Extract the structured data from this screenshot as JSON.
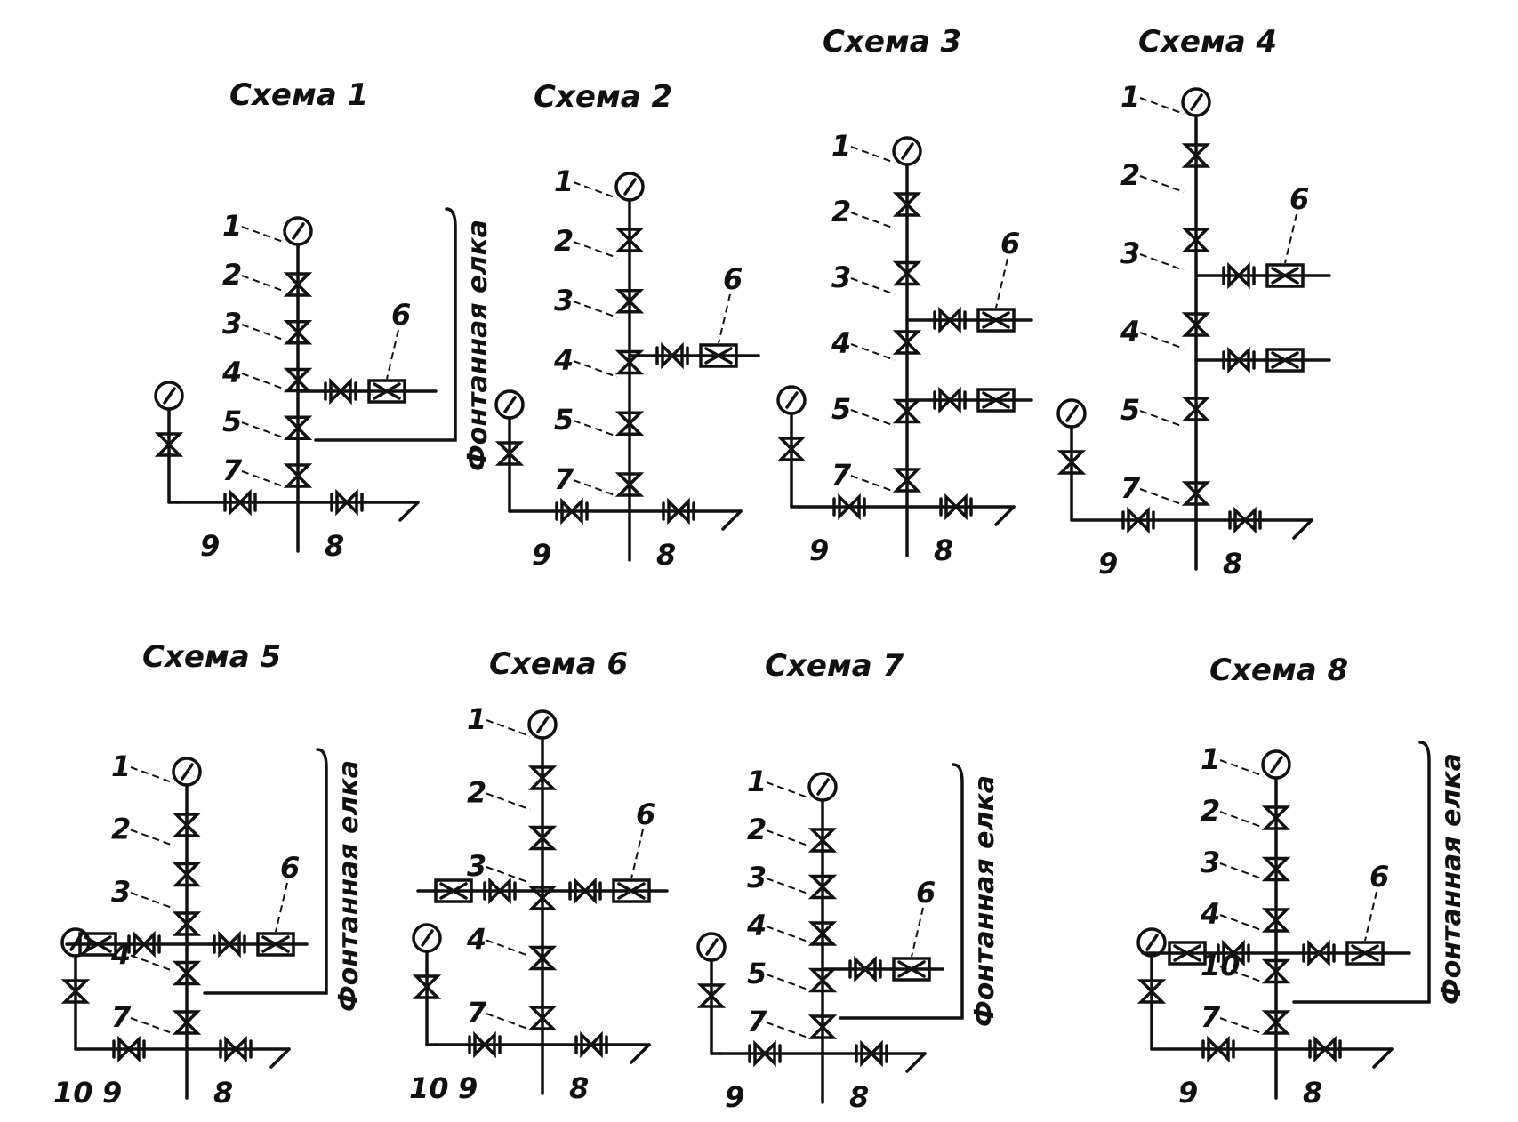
{
  "schemes": [
    {
      "title": "Схема 1",
      "labels": {
        "left": [
          "1",
          "2",
          "3",
          "4",
          "5",
          "7"
        ],
        "right": [
          "6"
        ],
        "bottom": [
          "9",
          "8"
        ]
      },
      "tree_label": "Фонтанная елка"
    },
    {
      "title": "Схема 2",
      "labels": {
        "left": [
          "1",
          "2",
          "3",
          "4",
          "5",
          "7"
        ],
        "right": [
          "6"
        ],
        "bottom": [
          "9",
          "8"
        ]
      },
      "tree_label": ""
    },
    {
      "title": "Схема 3",
      "labels": {
        "left": [
          "1",
          "2",
          "3",
          "4",
          "5",
          "7"
        ],
        "right": [
          "6"
        ],
        "bottom": [
          "9",
          "8"
        ]
      },
      "tree_label": ""
    },
    {
      "title": "Схема 4",
      "labels": {
        "left": [
          "1",
          "2",
          "3",
          "4",
          "5",
          "7"
        ],
        "right": [
          "6"
        ],
        "bottom": [
          "9",
          "8"
        ]
      },
      "tree_label": ""
    },
    {
      "title": "Схема 5",
      "labels": {
        "left": [
          "1",
          "2",
          "3",
          "4",
          "7"
        ],
        "right": [
          "6"
        ],
        "bottom": [
          "10",
          "9",
          "8"
        ]
      },
      "tree_label": "Фонтанная елка"
    },
    {
      "title": "Схема 6",
      "labels": {
        "left": [
          "1",
          "2",
          "3",
          "4",
          "7"
        ],
        "right": [
          "6"
        ],
        "bottom": [
          "10",
          "9",
          "8"
        ]
      },
      "tree_label": ""
    },
    {
      "title": "Схема 7",
      "labels": {
        "left": [
          "1",
          "2",
          "3",
          "4",
          "5",
          "7"
        ],
        "right": [
          "6"
        ],
        "bottom": [
          "9",
          "8"
        ]
      },
      "tree_label": "Фонтанная елка"
    },
    {
      "title": "Схема 8",
      "labels": {
        "left": [
          "1",
          "2",
          "3",
          "4",
          "10",
          "7"
        ],
        "right": [
          "6"
        ],
        "bottom": [
          "9",
          "8"
        ]
      },
      "tree_label": "Фонтанная елка"
    }
  ]
}
